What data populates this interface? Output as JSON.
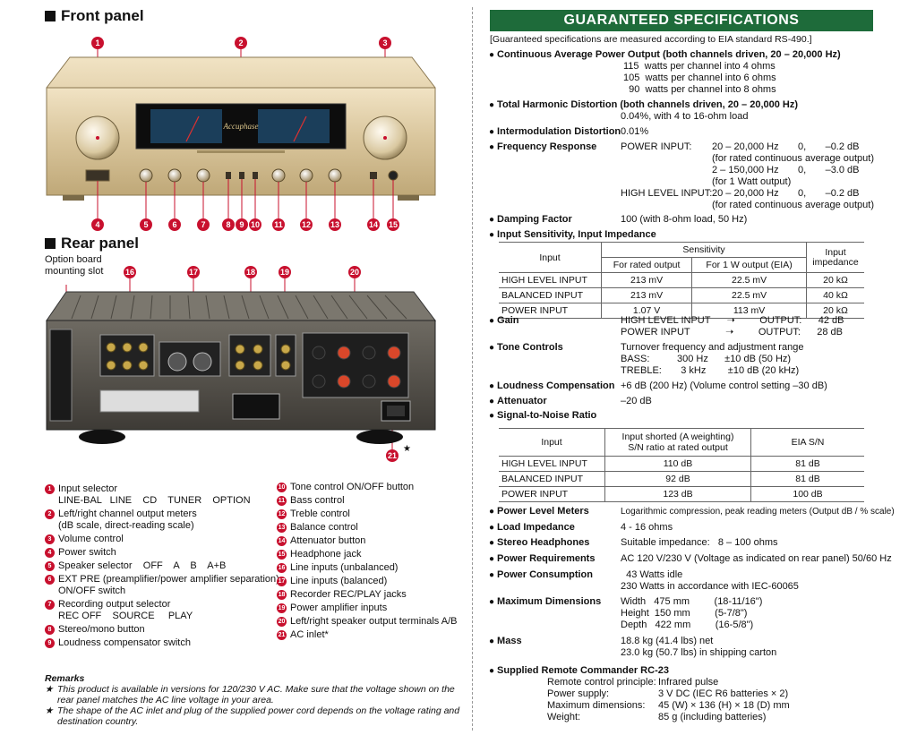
{
  "front_panel": {
    "title": "Front panel",
    "badges_top": [
      "1",
      "2",
      "3"
    ],
    "badges_bottom": [
      "4",
      "5",
      "6",
      "7",
      "8",
      "9",
      "10",
      "11",
      "12",
      "13",
      "14",
      "15"
    ],
    "brand": "Accuphase"
  },
  "rear_panel": {
    "title": "Rear panel",
    "option_board_label": "Option board\nmounting slot",
    "badges_top": [
      "16",
      "17",
      "18",
      "19",
      "20"
    ],
    "badge_bottom": "21",
    "star": "★"
  },
  "legend_left": [
    {
      "n": "1",
      "text": "Input selector\nLINE-BAL   LINE    CD    TUNER    OPTION"
    },
    {
      "n": "2",
      "text": "Left/right channel output meters\n(dB scale, direct-reading scale)"
    },
    {
      "n": "3",
      "text": "Volume control"
    },
    {
      "n": "4",
      "text": "Power switch"
    },
    {
      "n": "5",
      "text": "Speaker selector    OFF    A    B    A+B"
    },
    {
      "n": "6",
      "text": "EXT PRE (preamplifier/power amplifier separation)\nON/OFF switch"
    },
    {
      "n": "7",
      "text": "Recording output selector\nREC OFF    SOURCE     PLAY"
    },
    {
      "n": "8",
      "text": "Stereo/mono button"
    },
    {
      "n": "9",
      "text": "Loudness compensator switch"
    }
  ],
  "legend_right": [
    {
      "n": "10",
      "text": "Tone control ON/OFF button"
    },
    {
      "n": "11",
      "text": "Bass control"
    },
    {
      "n": "12",
      "text": "Treble control"
    },
    {
      "n": "13",
      "text": "Balance control"
    },
    {
      "n": "14",
      "text": "Attenuator button"
    },
    {
      "n": "15",
      "text": "Headphone jack"
    },
    {
      "n": "16",
      "text": "Line inputs (unbalanced)"
    },
    {
      "n": "17",
      "text": "Line inputs (balanced)"
    },
    {
      "n": "18",
      "text": "Recorder REC/PLAY jacks"
    },
    {
      "n": "19",
      "text": "Power amplifier inputs"
    },
    {
      "n": "20",
      "text": "Left/right speaker output terminals A/B"
    },
    {
      "n": "21",
      "text": "AC inlet*"
    }
  ],
  "remarks": {
    "title": "Remarks",
    "items": [
      {
        "star": "★",
        "text": "This product is available in versions for 120/230 V AC. Make sure that the voltage shown on the rear panel matches the AC line voltage in your area."
      },
      {
        "star": "★",
        "text": "The shape of the AC inlet and plug of the supplied power cord depends on the voltage rating and destination country."
      }
    ]
  },
  "specs": {
    "title": "GUARANTEED SPECIFICATIONS",
    "note": "[Guaranteed specifications are measured according to EIA standard RS-490.]",
    "cont_power_label": "Continuous Average Power Output (both channels driven, 20 – 20,000 Hz)",
    "cont_power_val": "115  watts per channel into 4 ohms\n105  watts per channel into 6 ohms\n  90  watts per channel into 8 ohms",
    "thd_label": "Total Harmonic Distortion (both channels driven, 20 – 20,000 Hz)",
    "thd_val": "0.04%, with 4 to 16-ohm load",
    "imd_label": "Intermodulation Distortion",
    "imd_val": "0.01%",
    "freq_label": "Frequency Response",
    "freq_col1": "POWER INPUT:\n\n\n\nHIGH LEVEL INPUT:",
    "freq_col2": "20 – 20,000 Hz       0,       –0.2 dB\n(for rated continuous average output)\n2 – 150,000 Hz       0,       –3.0 dB\n(for 1 Watt output)\n20 – 20,000 Hz       0,       –0.2 dB\n(for rated continuous average output)",
    "damping_label": "Damping Factor",
    "damping_val": "100 (with 8-ohm load, 50 Hz)",
    "sens_label": "Input Sensitivity, Input Impedance",
    "sens_table": {
      "h_input": "Input",
      "h_sens": "Sensitivity",
      "h_rated": "For rated output",
      "h_1w": "For 1 W output (EIA)",
      "h_imp": "Input\nimpedance",
      "rows": [
        [
          "HIGH LEVEL INPUT",
          "213 mV",
          "22.5 mV",
          "20 kΩ"
        ],
        [
          "BALANCED INPUT",
          "213 mV",
          "22.5 mV",
          "40 kΩ"
        ],
        [
          "POWER INPUT",
          "1.07 V",
          "113 mV",
          "20 kΩ"
        ]
      ]
    },
    "gain_label": "Gain",
    "gain_val": "HIGH LEVEL INPUT      ➝         OUTPUT:      42 dB\nPOWER INPUT             ➝         OUTPUT:      28 dB",
    "tone_label": "Tone Controls",
    "tone_val": "Turnover frequency and adjustment range\nBASS:          300 Hz      ±10 dB (50 Hz)\nTREBLE:       3 kHz        ±10 dB (20 kHz)",
    "loud_label": "Loudness Compensation",
    "loud_val": "+6 dB (200 Hz) (Volume control setting –30 dB)",
    "att_label": "Attenuator",
    "att_val": "–20 dB",
    "snr_label": "Signal-to-Noise Ratio",
    "snr_table": {
      "h_input": "Input",
      "h_ratio": "Input shorted (A weighting)\nS/N ratio at rated output",
      "h_eia": "EIA S/N",
      "rows": [
        [
          "HIGH LEVEL INPUT",
          "110 dB",
          "81 dB"
        ],
        [
          "BALANCED INPUT",
          "92 dB",
          "81 dB"
        ],
        [
          "POWER INPUT",
          "123 dB",
          "100 dB"
        ]
      ]
    },
    "plm_label": "Power Level Meters",
    "plm_val": "Logarithmic compression, peak reading meters (Output dB / % scale)",
    "load_label": "Load Impedance",
    "load_val": "4 - 16 ohms",
    "hp_label": "Stereo Headphones",
    "hp_val": "Suitable impedance:   8 – 100 ohms",
    "pr_label": "Power Requirements",
    "pr_val": "AC 120 V/230 V (Voltage as indicated on rear panel) 50/60 Hz",
    "pc_label": "Power Consumption",
    "pc_val": "  43 Watts idle\n230 Watts in accordance with IEC-60065",
    "dim_label": "Maximum Dimensions",
    "dim_val": "Width   475 mm         (18-11/16\")\nHeight  150 mm         (5-7/8\")\nDepth   422 mm         (16-5/8\")",
    "mass_label": "Mass",
    "mass_val": "18.8 kg (41.4 lbs) net\n23.0 kg (50.7 lbs) in shipping carton",
    "remote_label": "Supplied Remote Commander RC-23",
    "remote_keys": "Remote control principle:\nPower supply:\nMaximum dimensions:\nWeight:",
    "remote_vals": "Infrared pulse\n3 V DC (IEC R6 batteries × 2)\n45 (W) × 136 (H) × 18 (D) mm\n85 g (including batteries)"
  }
}
